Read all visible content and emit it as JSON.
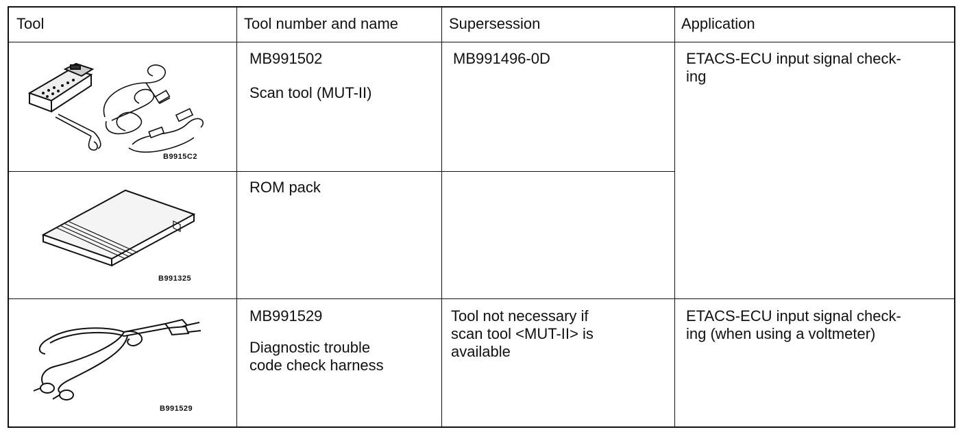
{
  "headers": {
    "tool": "Tool",
    "tool_number_name": "Tool number and name",
    "supersession": "Supersession",
    "application": "Application"
  },
  "rows": [
    {
      "image_code": "B9915C2",
      "tool_number": "MB991502",
      "tool_name": "Scan tool (MUT-II)",
      "supersession": "MB991496-0D"
    },
    {
      "image_code": "B991325",
      "tool_name": "ROM pack"
    },
    {
      "image_code": "B991529",
      "tool_number": "MB991529",
      "tool_name_line1": "Diagnostic trouble",
      "tool_name_line2": "code check harness",
      "supersession_line1": "Tool not necessary if",
      "supersession_line2": "scan tool <MUT-II> is",
      "supersession_line3": "available"
    }
  ],
  "application_1_line1": "ETACS-ECU input signal check-",
  "application_1_line2": "ing",
  "application_2_line1": "ETACS-ECU input signal check-",
  "application_2_line2": "ing (when using a voltmeter)"
}
